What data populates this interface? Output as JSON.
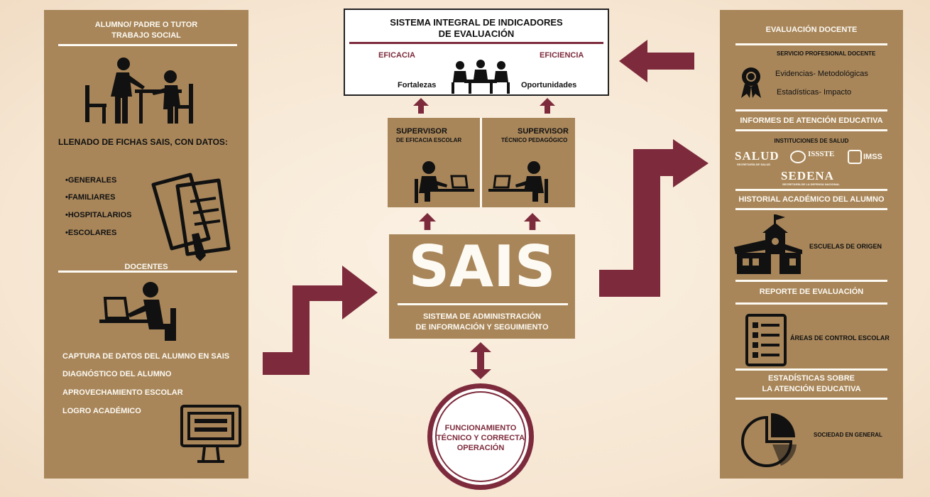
{
  "left_panel": {
    "header_line1": "ALUMNO/ PADRE O TUTOR",
    "header_line2": "TRABAJO SOCIAL",
    "fichas_title": "LLENADO DE FICHAS SAIS, CON DATOS:",
    "data_items": [
      "•GENERALES",
      "•FAMILIARES",
      "•HOSPITALARIOS",
      "•ESCOLARES"
    ],
    "docentes_title": "DOCENTES",
    "docentes_items": [
      "CAPTURA DE DATOS DEL ALUMNO EN SAIS",
      "DIAGNÓSTICO DEL ALUMNO",
      "APROVECHAMIENTO ESCOLAR",
      "LOGRO ACADÉMICO"
    ]
  },
  "top_box": {
    "title_line1": "SISTEMA INTEGRAL DE INDICADORES",
    "title_line2": "DE EVALUACIÓN",
    "eficacia": "EFICACIA",
    "eficiencia": "EFICIENCIA",
    "fortalezas": "Fortalezas",
    "oportunidades": "Oportunidades"
  },
  "supervisors": {
    "left_title": "SUPERVISOR",
    "left_sub": "DE EFICACIA ESCOLAR",
    "right_title": "SUPERVISOR",
    "right_sub": "TÉCNICO PEDAGÓGICO"
  },
  "sais": {
    "title": "SAIS",
    "sub_line1": "SISTEMA DE ADMINISTRACIÓN",
    "sub_line2": "DE INFORMACIÓN Y SEGUIMIENTO"
  },
  "circle": {
    "line1": "FUNCIONAMIENTO",
    "line2": "TÉCNICO Y CORRECTA",
    "line3": "OPERACIÓN"
  },
  "right_panel": {
    "evaluacion_title": "EVALUACIÓN DOCENTE",
    "servicio": "SERVICIO PROFESIONAL DOCENTE",
    "evidencias": "Evidencias- Metodológicas",
    "estadisticas_impacto": "Estadísticas- Impacto",
    "informes_title": "INFORMES DE ATENCIÓN EDUCATIVA",
    "instituciones": "INSTITUCIONES DE SALUD",
    "logo_salud": "SALUD",
    "logo_salud_sub": "SECRETARÍA DE SALUD",
    "logo_issste": "ISSSTE",
    "logo_imss": "IMSS",
    "logo_sedena": "SEDENA",
    "logo_sedena_sub": "SECRETARÍA DE LA DEFENSA NACIONAL",
    "historial_title": "HISTORIAL ACADÉMICO DEL ALUMNO",
    "escuelas": "ESCUELAS DE ORIGEN",
    "reporte_title": "REPORTE DE EVALUACIÓN",
    "areas": "ÁREAS DE CONTROL ESCOLAR",
    "estadisticas_line1": "ESTADÍSTICAS SOBRE",
    "estadisticas_line2": "LA ATENCIÓN EDUCATIVA",
    "sociedad": "SOCIEDAD EN GENERAL"
  },
  "colors": {
    "panel": "#a8865a",
    "maroon": "#7d2b3c",
    "cream": "#fdfaf3"
  }
}
